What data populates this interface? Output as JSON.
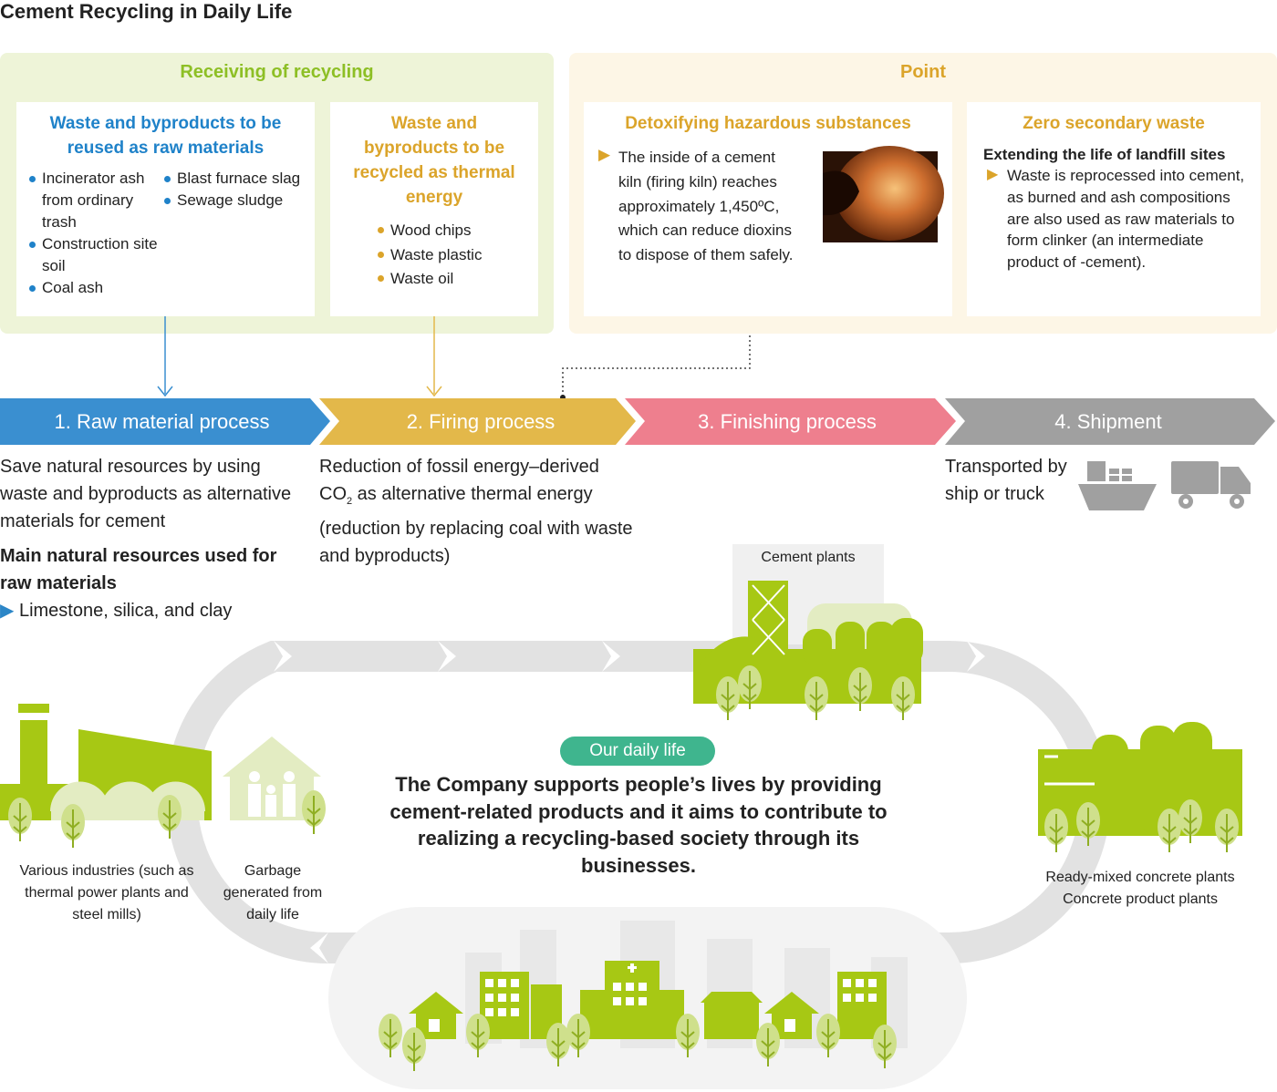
{
  "title": "Cement Recycling in Daily Life",
  "receiving": {
    "heading": "Receiving of recycling",
    "raw_box": {
      "title": "Waste and byproducts to be reused as raw materials",
      "col1": [
        "Incinerator ash from ordinary trash",
        "Construction site soil",
        "Coal ash"
      ],
      "col2": [
        "Blast furnace slag",
        "Sewage sludge"
      ]
    },
    "thermal_box": {
      "title": "Waste and byproducts to be recycled as thermal energy",
      "items": [
        "Wood chips",
        "Waste plastic",
        "Waste oil"
      ]
    }
  },
  "point": {
    "heading": "Point",
    "detox": {
      "title": "Detoxifying hazardous substances",
      "text": "The inside of a cement kiln (firing kiln) reaches approximately 1,450ºC, which can reduce dioxins to dispose of them safely."
    },
    "zero": {
      "title": "Zero secondary waste",
      "subtitle": "Extending the life of landfill sites",
      "text": "Waste is reprocessed into cement, as burned and ash compositions are also used as raw materials to form clinker (an intermediate product of -cement)."
    }
  },
  "steps": [
    {
      "label": "1. Raw material process"
    },
    {
      "label": "2. Firing process"
    },
    {
      "label": "3. Finishing process"
    },
    {
      "label": "4. Shipment"
    }
  ],
  "step1": {
    "desc": "Save natural resources by using waste and byproducts as alternative materials for cement",
    "resources_heading": "Main natural resources used for raw materials",
    "resources": "Limestone, silica, and clay"
  },
  "step2": {
    "desc_prefix": "Reduction of fossil energy–derived CO",
    "desc_sub": "2",
    "desc_suffix": " as alternative thermal energy (reduction by replacing coal with waste and byproducts)"
  },
  "step4": {
    "desc": "Transported by ship or truck"
  },
  "labels": {
    "cement_plants": "Cement plants",
    "industries": "Various industries (such as thermal power plants and steel mills)",
    "garbage": "Garbage generated from daily life",
    "concrete": "Ready-mixed concrete plants",
    "concrete2": "Concrete product plants",
    "daily_life": "Our daily life",
    "center_text": "The Company supports people’s lives by providing cement-related products and it aims to contribute to realizing a recycling-based society through its businesses."
  },
  "colors": {
    "blue": "#3a8fd0",
    "yellow": "#e3b84a",
    "pink": "#ee7f8e",
    "gray": "#a0a0a0",
    "green": "#a7c814",
    "light_green": "#eef4d8",
    "light_cream": "#fdf6e6",
    "teal": "#3fb58e"
  }
}
